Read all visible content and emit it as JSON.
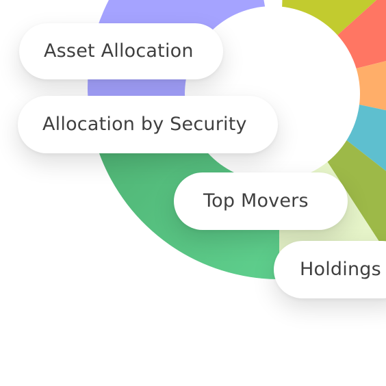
{
  "chart_data": {
    "type": "pie",
    "style": "donut",
    "colors": [
      "#c2cb2f",
      "#ff7663",
      "#ffae69",
      "#5ebfcf",
      "#9db948",
      "#e6f4c9",
      "#55c985",
      "#a5a3ff"
    ]
  },
  "menu": {
    "items": [
      {
        "label": "Asset Allocation"
      },
      {
        "label": "Allocation by Security"
      },
      {
        "label": "Top Movers"
      },
      {
        "label": "Holdings"
      }
    ]
  }
}
